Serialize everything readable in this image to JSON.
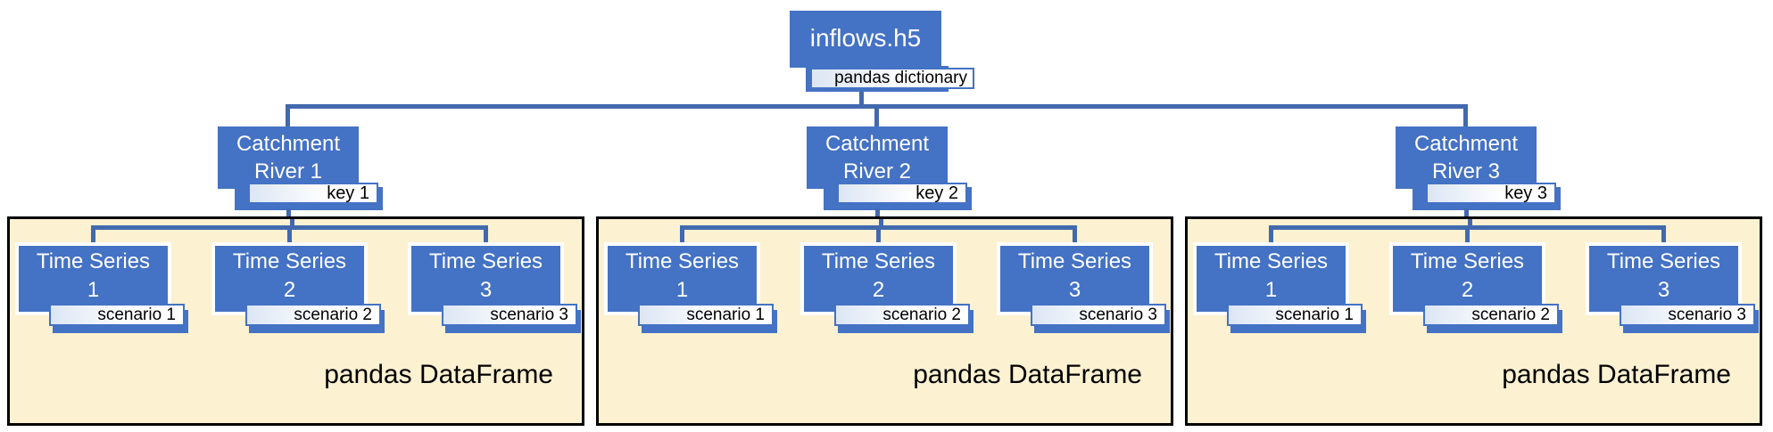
{
  "colors": {
    "node_blue": "#4472C4",
    "connector_blue": "#4269AE",
    "frame_background": "#FCF1D1",
    "frame_border": "#000000",
    "label_tint": "#DCE6F4"
  },
  "root": {
    "title": "inflows.h5",
    "type_label": "pandas dictionary"
  },
  "branches": [
    {
      "name_line1": "Catchment",
      "name_line2": "River 1",
      "key_label": "key 1",
      "frame_caption": "pandas DataFrame",
      "leaves": [
        {
          "name_line1": "Time Series",
          "name_line2": "1",
          "scenario_label": "scenario 1"
        },
        {
          "name_line1": "Time Series",
          "name_line2": "2",
          "scenario_label": "scenario 2"
        },
        {
          "name_line1": "Time Series",
          "name_line2": "3",
          "scenario_label": "scenario 3"
        }
      ]
    },
    {
      "name_line1": "Catchment",
      "name_line2": "River 2",
      "key_label": "key 2",
      "frame_caption": "pandas DataFrame",
      "leaves": [
        {
          "name_line1": "Time Series",
          "name_line2": "1",
          "scenario_label": "scenario 1"
        },
        {
          "name_line1": "Time Series",
          "name_line2": "2",
          "scenario_label": "scenario 2"
        },
        {
          "name_line1": "Time Series",
          "name_line2": "3",
          "scenario_label": "scenario 3"
        }
      ]
    },
    {
      "name_line1": "Catchment",
      "name_line2": "River 3",
      "key_label": "key 3",
      "frame_caption": "pandas DataFrame",
      "leaves": [
        {
          "name_line1": "Time Series",
          "name_line2": "1",
          "scenario_label": "scenario 1"
        },
        {
          "name_line1": "Time Series",
          "name_line2": "2",
          "scenario_label": "scenario 2"
        },
        {
          "name_line1": "Time Series",
          "name_line2": "3",
          "scenario_label": "scenario 3"
        }
      ]
    }
  ]
}
